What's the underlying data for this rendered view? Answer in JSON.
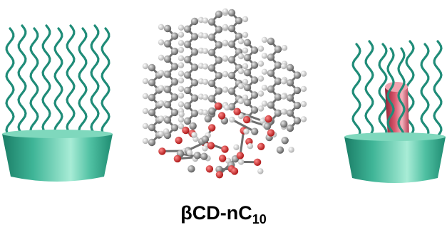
{
  "caption": {
    "prefix": "βCD-nC",
    "subscript": "10"
  },
  "colors": {
    "cone_light": "#9ee6cf",
    "cone_mid": "#3fb597",
    "cone_dark": "#1a7d66",
    "chain": "#1f8c78",
    "guest_light": "#f3b3bd",
    "guest_mid": "#d9566c",
    "guest_dark": "#8f2235",
    "carbon": "#8a8a8a",
    "oxygen": "#d11f1f",
    "hydrogen": "#f2f2f2"
  },
  "panels": [
    {
      "name": "cyclodextrin-empty",
      "guest": false
    },
    {
      "name": "molecular-model",
      "guest": false
    },
    {
      "name": "cyclodextrin-inclusion-complex",
      "guest": true
    }
  ]
}
